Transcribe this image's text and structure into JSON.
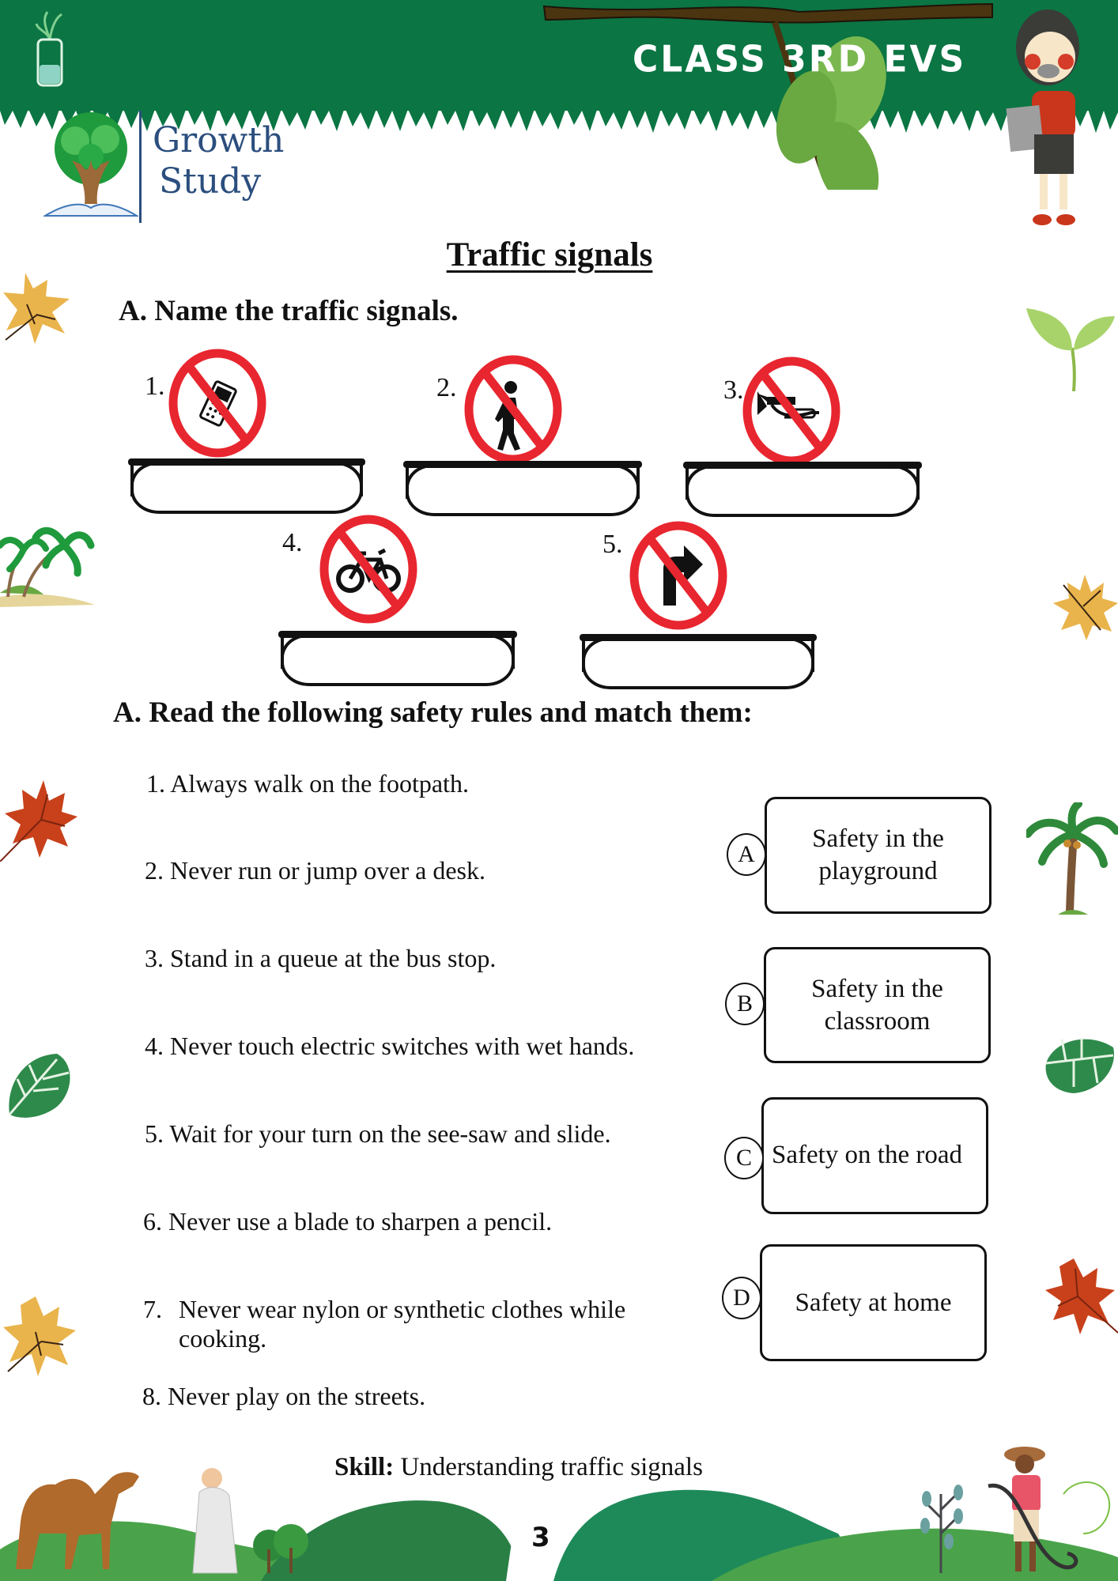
{
  "header": {
    "class_title": "CLASS 3RD EVS",
    "colors": {
      "band": "#0b7543",
      "logo_text": "#2b4e7e"
    }
  },
  "logo": {
    "line1": "Growth",
    "line2": "Study"
  },
  "page_title": "Traffic signals",
  "section_signals": {
    "heading": "A. Name the traffic signals.",
    "signs": [
      {
        "number": "1.",
        "icon": "no-mobile-phone-icon",
        "answer": ""
      },
      {
        "number": "2.",
        "icon": "no-pedestrians-icon",
        "answer": ""
      },
      {
        "number": "3.",
        "icon": "no-horn-icon",
        "answer": ""
      },
      {
        "number": "4.",
        "icon": "no-cycling-icon",
        "answer": ""
      },
      {
        "number": "5.",
        "icon": "no-right-turn-icon",
        "answer": ""
      }
    ]
  },
  "section_match": {
    "heading": "A. Read the following safety rules and match them:",
    "rules": [
      "1. Always walk on the footpath.",
      "2. Never run or jump over a desk.",
      "3. Stand in a queue at the bus stop.",
      "4. Never touch electric switches with wet hands.",
      "5. Wait for your turn on the see-saw and slide.",
      "6. Never use a blade to sharpen a pencil.",
      {
        "number": "7.",
        "line1": "Never wear nylon or synthetic clothes while",
        "line2": "cooking."
      },
      "8. Never play on the streets."
    ],
    "options": [
      {
        "letter": "A",
        "label": "Safety in the playground"
      },
      {
        "letter": "B",
        "label": "Safety in the classroom"
      },
      {
        "letter": "C",
        "label": "Safety on the road"
      },
      {
        "letter": "D",
        "label": "Safety at home"
      }
    ]
  },
  "footer": {
    "skill_label": "Skill:",
    "skill_text": " Understanding traffic signals",
    "page_number": "3"
  }
}
